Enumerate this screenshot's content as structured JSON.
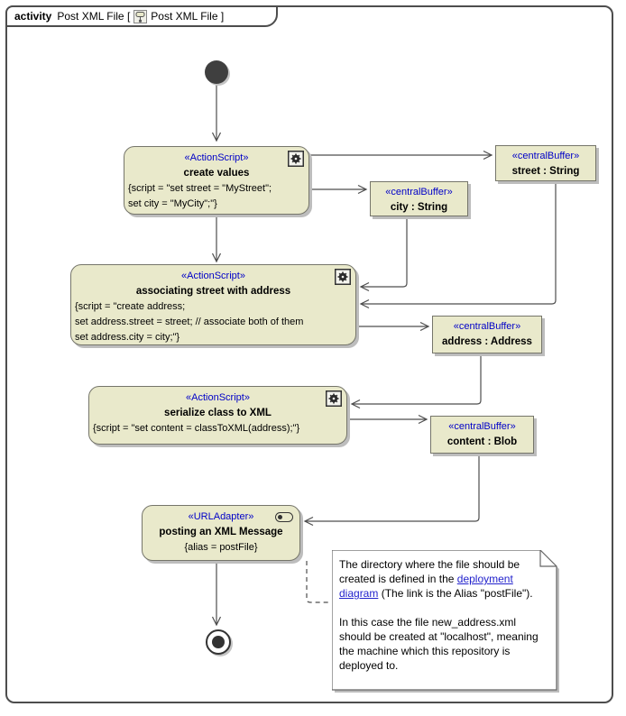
{
  "frame": {
    "keyword": "activity",
    "title": "Post XML File [",
    "diagram_ref": "Post XML File ]"
  },
  "nodes": {
    "create_values": {
      "stereotype": "«ActionScript»",
      "name": "create values",
      "script": [
        "{script = \"set street = \"MyStreet\";",
        "set city = \"MyCity\";\"}"
      ]
    },
    "associating": {
      "stereotype": "«ActionScript»",
      "name": "associating street with address",
      "script": [
        "{script = \"create address;",
        "set address.street = street; // associate both of them",
        "set address.city = city;\"}"
      ]
    },
    "serialize": {
      "stereotype": "«ActionScript»",
      "name": "serialize class to XML",
      "script": [
        "{script = \"set content = classToXML(address);\"}"
      ]
    },
    "posting": {
      "stereotype": "«URLAdapter»",
      "name": "posting an XML Message",
      "alias": "{alias = postFile}"
    },
    "buffer_street": {
      "stereotype": "«centralBuffer»",
      "name": "street : String"
    },
    "buffer_city": {
      "stereotype": "«centralBuffer»",
      "name": "city : String"
    },
    "buffer_address": {
      "stereotype": "«centralBuffer»",
      "name": "address : Address"
    },
    "buffer_content": {
      "stereotype": "«centralBuffer»",
      "name": "content : Blob"
    }
  },
  "note": {
    "p1_before": "The directory where the file should be created is defined in the ",
    "link": "deployment diagram",
    "p1_after": " (The link is the Alias \"postFile\").",
    "p2": "In this case the file new_address.xml should be created at \"localhost\", meaning the machine which this repository is deployed to."
  },
  "colors": {
    "node_fill": "#e9e9cb",
    "node_border": "#75756a",
    "stereotype_blue": "#0000c8",
    "link_blue": "#2222cc",
    "edge": "#4d4d4d",
    "shadow": "#bdbdbd"
  }
}
